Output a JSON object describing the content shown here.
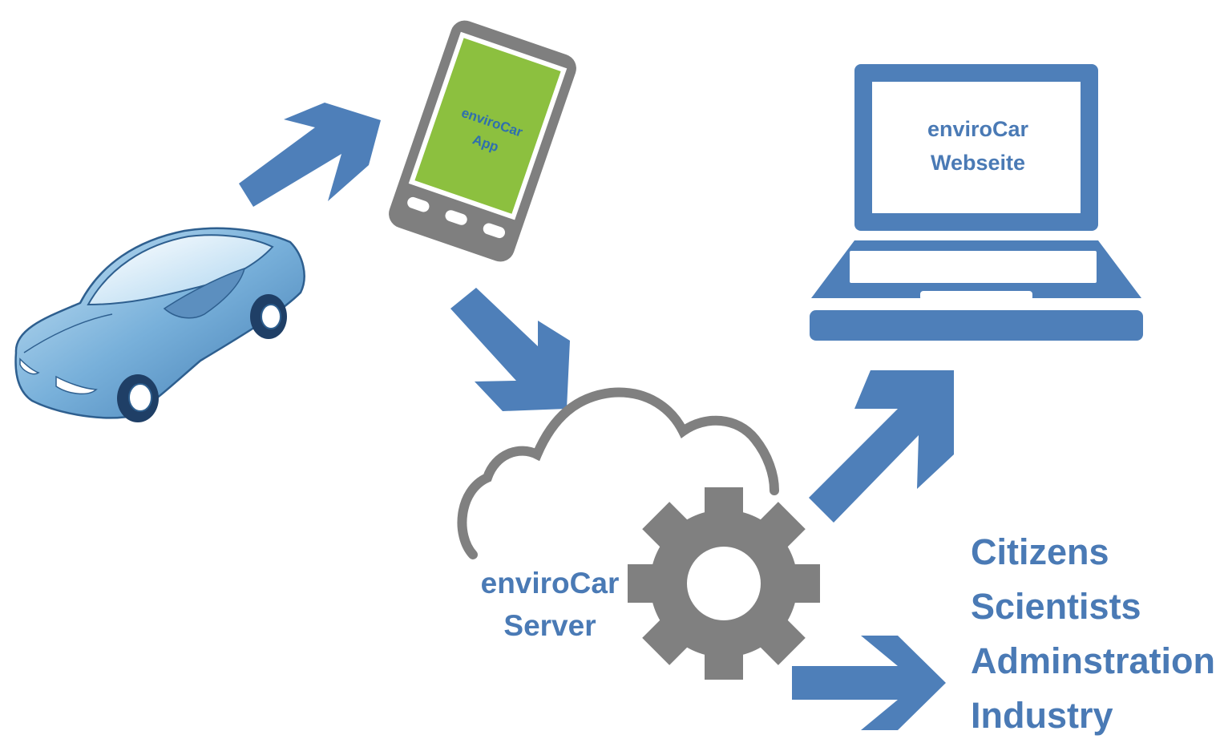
{
  "colors": {
    "arrow_blue": "#4e7fb9",
    "text_blue": "#4a7ab5",
    "phone_screen_green": "#8cc03f",
    "gear_grey": "#7f7f7f",
    "cloud_grey": "#808080",
    "car_blue": "#6aa3d0"
  },
  "nodes": {
    "car": {
      "icon": "car-icon"
    },
    "phone": {
      "icon": "smartphone-icon",
      "label_line1": "enviroCar",
      "label_line2": "App"
    },
    "laptop": {
      "icon": "laptop-icon",
      "label_line1": "enviroCar",
      "label_line2": "Webseite"
    },
    "server": {
      "icon": "cloud-gear-icon",
      "label_line1": "enviroCar",
      "label_line2": "Server"
    }
  },
  "audiences": [
    "Citizens",
    "Scientists",
    "Adminstration",
    "Industry"
  ]
}
